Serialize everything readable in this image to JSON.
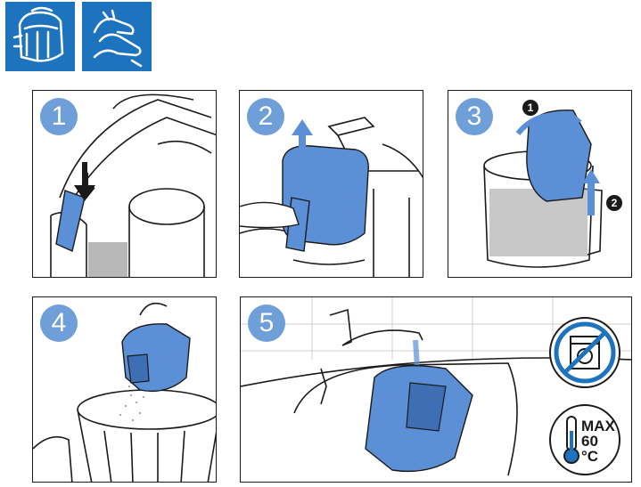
{
  "header_icons": [
    {
      "name": "dust-container-icon"
    },
    {
      "name": "hand-wipe-icon"
    }
  ],
  "steps": [
    {
      "number": "1"
    },
    {
      "number": "2"
    },
    {
      "number": "3",
      "sub": [
        "1",
        "2"
      ]
    },
    {
      "number": "4"
    },
    {
      "number": "5"
    }
  ],
  "warnings": {
    "max_line1": "MAX",
    "max_line2": "60 °C"
  },
  "colors": {
    "accent_blue": "#1e73be",
    "part_blue": "#5b8fd6",
    "step_badge": "#6f9fd8"
  }
}
